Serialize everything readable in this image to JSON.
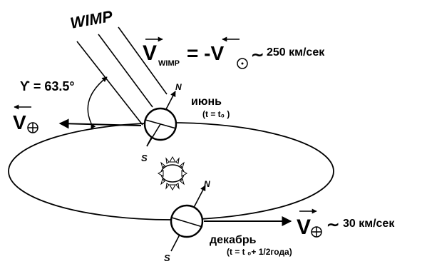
{
  "wimp_label": "WIMP",
  "gamma_label": "ϒ = 63.5°",
  "june_label": "июнь",
  "june_time": "(t = t₀ )",
  "december_label": "декабрь",
  "december_time": "(t = t  ₀+ 1/2года)",
  "formula": {
    "v_main": "V",
    "v_wimp_sub": "WIMP",
    "equals_minus": "= -V",
    "approx": "∼",
    "speed": "250 км/сек"
  },
  "earth_velocity_left": {
    "v": "V"
  },
  "earth_velocity_right": {
    "v": "V",
    "approx": "∼",
    "speed": "30 км/сек"
  },
  "axis_north": "N",
  "axis_south": "S"
}
